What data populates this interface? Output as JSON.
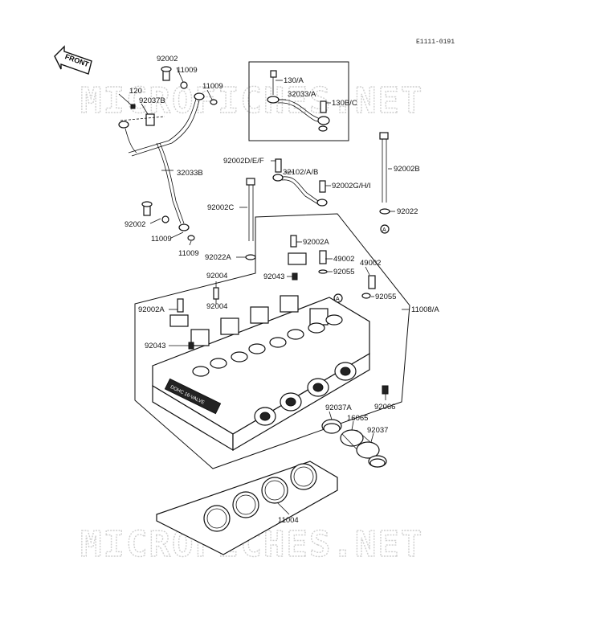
{
  "diagram_code": "E1111-0191",
  "front_label": "FRONT",
  "watermark": "MICROFICHES.NET",
  "engraving": "DOHC 16-VALVE",
  "marker_a": "A",
  "labels": {
    "l92002_top": "92002",
    "l11009_a": "11009",
    "l11009_b": "11009",
    "l120": "120",
    "l92037b": "92037B",
    "l32033b": "32033B",
    "l92002_left": "92002",
    "l11009_c": "11009",
    "l11009_d": "11009",
    "l130a": "130/A",
    "l32033a": "32033/A",
    "l130bc": "130B/C",
    "l92002def": "92002D/E/F",
    "l32102ab": "32102/A/B",
    "l92002ghi": "92002G/H/I",
    "l92002b": "92002B",
    "l92022": "92022",
    "l92002c": "92002C",
    "l92002a_top": "92002A",
    "l49002_a": "49002",
    "l49002_b": "49002",
    "l92055_a": "92055",
    "l92055_b": "92055",
    "l92022a": "92022A",
    "l92043_a": "92043",
    "l92004_a": "92004",
    "l92004_b": "92004",
    "l11008a": "11008/A",
    "l92002a_left": "92002A",
    "l92043_b": "92043",
    "l92066": "92066",
    "l92037a": "92037A",
    "l16065": "16065",
    "l92037": "92037",
    "l11004": "11004"
  }
}
